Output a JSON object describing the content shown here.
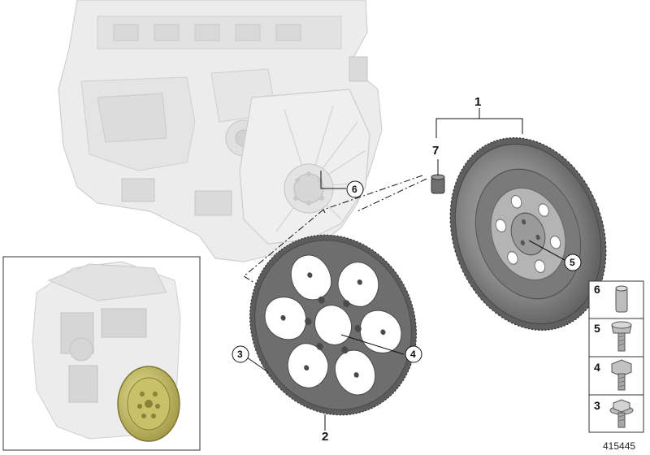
{
  "diagram": {
    "colors": {
      "engine": "#e9e9e9",
      "engine_edge": "#c9c9c9",
      "flexplate": "#6e6e6e",
      "flexplate_dark": "#4a4a4a",
      "flywheel": "#8a8a8a",
      "flywheel_dark": "#5a5a5a",
      "highlight_gold": "#c9c06a",
      "line": "#111111"
    },
    "callouts": {
      "part1": "1",
      "part2": "2",
      "part3": "3",
      "part4": "4",
      "part5": "5",
      "part6": "6",
      "part7": "7"
    },
    "legend": [
      {
        "label": "6",
        "icon": "dowel-pin-icon"
      },
      {
        "label": "5",
        "icon": "torx-bolt-icon"
      },
      {
        "label": "4",
        "icon": "hex-bolt-icon"
      },
      {
        "label": "3",
        "icon": "flange-bolt-icon"
      }
    ],
    "document_id": "415445"
  }
}
